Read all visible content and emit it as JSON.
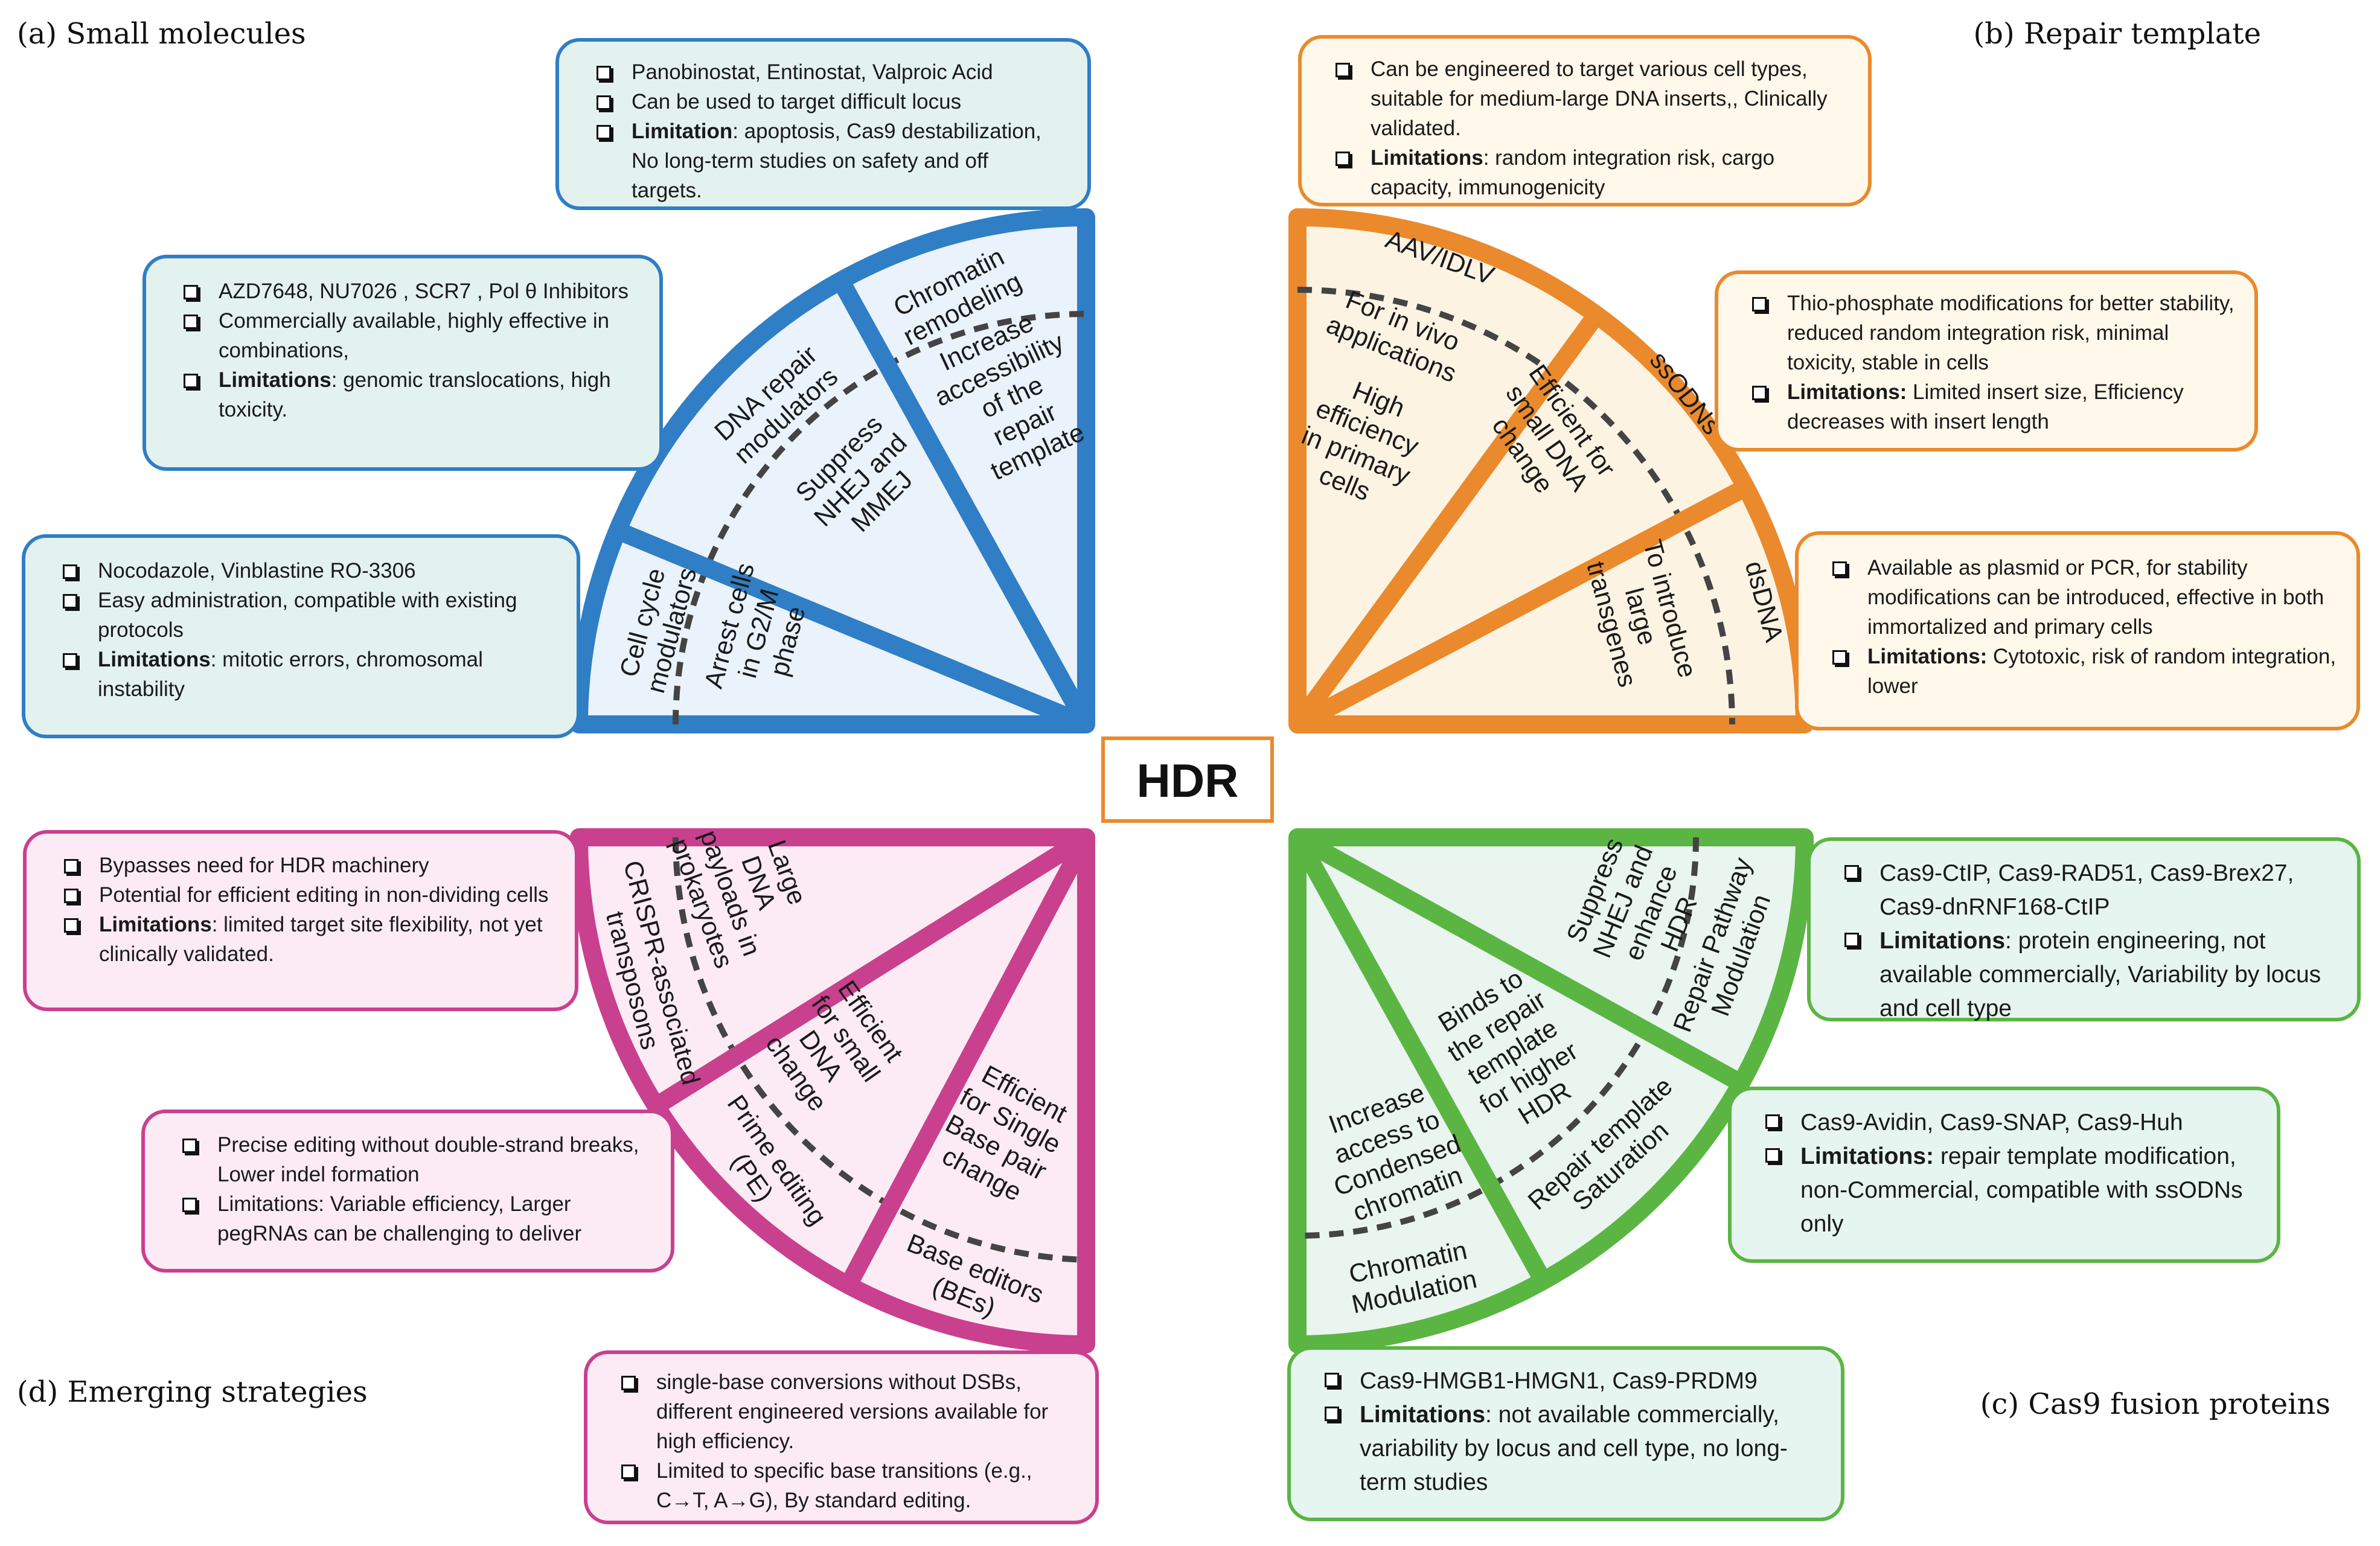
{
  "center": {
    "label": "HDR"
  },
  "panels": {
    "a": {
      "title": "(a) Small molecules"
    },
    "b": {
      "title": "(b) Repair template"
    },
    "c": {
      "title": "(c) Cas9 fusion proteins"
    },
    "d": {
      "title": "(d) Emerging strategies"
    }
  },
  "colors": {
    "blue": "#2f7ec6",
    "orange": "#ea8a2c",
    "pink": "#c9408f",
    "green": "#5bb543"
  },
  "wedges": {
    "a": {
      "outer": [
        {
          "id": "cell-cycle",
          "lines": [
            "Cell cycle",
            "modulators"
          ]
        },
        {
          "id": "dna-repair",
          "lines": [
            "DNA repair",
            "modulators"
          ]
        },
        {
          "id": "chromatin",
          "lines": [
            "Chromatin",
            "remodeling"
          ]
        }
      ],
      "inner": [
        {
          "id": "arrest",
          "lines": [
            "Arrest cells",
            "in G2/M",
            "phase"
          ]
        },
        {
          "id": "suppress",
          "lines": [
            "Suppress",
            "NHEJ and",
            "MMEJ"
          ]
        },
        {
          "id": "increase",
          "lines": [
            "Increase",
            "accessibility",
            "of the",
            "repair",
            "template"
          ]
        }
      ]
    },
    "b": {
      "outer": [
        {
          "id": "aav",
          "lines": [
            "AAV/IDLV"
          ]
        },
        {
          "id": "ssodns",
          "lines": [
            "ssODNs"
          ]
        },
        {
          "id": "dsdna",
          "lines": [
            "dsDNA"
          ]
        }
      ],
      "inner": [
        {
          "id": "in-vivo",
          "lines": [
            "For in vivo",
            "applications"
          ]
        },
        {
          "id": "high-eff",
          "lines": [
            "High",
            "efficiency",
            "in primary",
            "cells"
          ]
        },
        {
          "id": "small-dna",
          "lines": [
            "Efficient for",
            "small DNA",
            "change"
          ]
        },
        {
          "id": "large",
          "lines": [
            "To introduce",
            "large",
            "transgenes"
          ]
        }
      ]
    },
    "c": {
      "outer": [
        {
          "id": "repair-pathway",
          "lines": [
            "Repair Pathway",
            "Modulation"
          ]
        },
        {
          "id": "saturation",
          "lines": [
            "Repair template",
            "Saturation"
          ]
        },
        {
          "id": "chromatin-mod",
          "lines": [
            "Chromatin",
            "Modulation"
          ]
        }
      ],
      "inner": [
        {
          "id": "suppress-nhej",
          "lines": [
            "Suppress",
            "NHEJ and",
            "enhance",
            "HDR"
          ]
        },
        {
          "id": "binds",
          "lines": [
            "Binds to",
            "the repair",
            "template",
            "for higher",
            "HDR"
          ]
        },
        {
          "id": "condensed",
          "lines": [
            "Increase",
            "access to",
            "Condensed",
            "chromatin"
          ]
        }
      ]
    },
    "d": {
      "outer": [
        {
          "id": "crispr",
          "lines": [
            "CRISPR-associated",
            "transposons"
          ]
        },
        {
          "id": "prime",
          "lines": [
            "Prime editing",
            "(PE)"
          ]
        },
        {
          "id": "base",
          "lines": [
            "Base editors",
            "(BEs)"
          ]
        }
      ],
      "inner": [
        {
          "id": "large-payload",
          "lines": [
            "Large",
            "DNA",
            "payloads in",
            "prokaryotes"
          ]
        },
        {
          "id": "eff-small",
          "lines": [
            "Efficient",
            "for small",
            "DNA",
            "change"
          ]
        },
        {
          "id": "eff-single",
          "lines": [
            "Efficient",
            "for Single",
            "Base pair",
            "change"
          ]
        }
      ]
    }
  },
  "boxes": {
    "a_top": {
      "items": [
        {
          "text": "Panobinostat, Entinostat,  Valproic Acid"
        },
        {
          "text": "Can be used to target difficult locus"
        },
        {
          "bold": "Limitation",
          "text": ": apoptosis, Cas9 destabilization, No long-term studies on safety and off targets."
        }
      ]
    },
    "a_mid": {
      "items": [
        {
          "text": "AZD7648, NU7026 , SCR7 , Pol θ Inhibitors"
        },
        {
          "text": "Commercially available, highly effective in combinations,"
        },
        {
          "bold": "Limitations",
          "text": ": genomic translocations, high toxicity."
        }
      ]
    },
    "a_low": {
      "items": [
        {
          "text": "Nocodazole, Vinblastine  RO-3306"
        },
        {
          "text": "Easy administration, compatible with existing protocols"
        },
        {
          "bold": "Limitations",
          "text": ": mitotic errors, chromosomal instability"
        }
      ]
    },
    "b_top": {
      "items": [
        {
          "text": "Can be engineered to target various cell types, suitable for medium-large DNA inserts,, Clinically validated."
        },
        {
          "bold": "Limitations",
          "text": ": random integration risk, cargo capacity, immunogenicity"
        }
      ]
    },
    "b_mid": {
      "items": [
        {
          "text": "Thio-phosphate modifications for better stability, reduced random integration risk, minimal toxicity, stable in cells"
        },
        {
          "bold": "Limitations:",
          "text": " Limited insert size, Efficiency decreases with insert length"
        }
      ]
    },
    "b_low": {
      "items": [
        {
          "text": "Available as plasmid or PCR, for stability modifications can be introduced, effective in both immortalized and primary cells"
        },
        {
          "bold": "Limitations:",
          "text": " Cytotoxic, risk of random integration, lower"
        }
      ]
    },
    "c_top": {
      "items": [
        {
          "text": "Cas9-CtIP, Cas9-RAD51, Cas9-Brex27, Cas9-dnRNF168-CtIP"
        },
        {
          "bold": "Limitations",
          "text": ": protein engineering, not available commercially, Variability by locus and cell type"
        }
      ]
    },
    "c_mid": {
      "items": [
        {
          "text": "Cas9-Avidin, Cas9-SNAP, Cas9-Huh"
        },
        {
          "bold": "Limitations:",
          "text": " repair template modification, non-Commercial, compatible with ssODNs only"
        }
      ]
    },
    "c_low": {
      "items": [
        {
          "text": "Cas9-HMGB1-HMGN1, Cas9-PRDM9"
        },
        {
          "bold": "Limitations",
          "text": ": not available commercially, variability by locus and cell type, no long-term studies"
        }
      ]
    },
    "d_top": {
      "items": [
        {
          "text": "Bypasses need for HDR machinery"
        },
        {
          "text": "Potential for efficient editing in non-dividing cells"
        },
        {
          "bold": "Limitations",
          "text": ": limited target site flexibility, not yet clinically validated."
        }
      ]
    },
    "d_mid": {
      "items": [
        {
          "text": "Precise editing without double-strand breaks, Lower indel formation"
        },
        {
          "text": "Limitations: Variable efficiency, Larger pegRNAs can be challenging to deliver"
        }
      ]
    },
    "d_low": {
      "items": [
        {
          "text": "single-base conversions without DSBs, different engineered versions available for high efficiency."
        },
        {
          "text": "Limited to specific base transitions (e.g., C→T, A→G), By standard editing."
        }
      ]
    }
  }
}
